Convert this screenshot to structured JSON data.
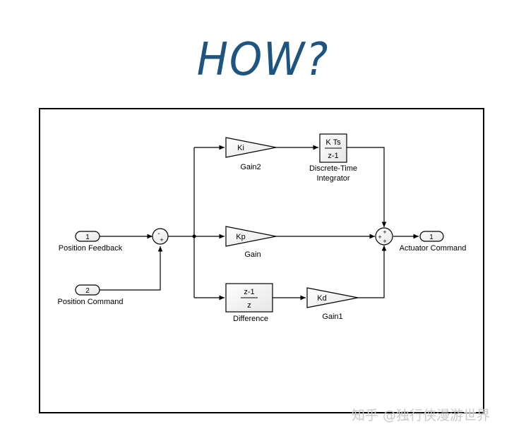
{
  "title": "HOW?",
  "diagram": {
    "inports": [
      {
        "number": "1",
        "label": "Position Feedback"
      },
      {
        "number": "2",
        "label": "Position Command"
      }
    ],
    "outport": {
      "number": "1",
      "label": "Actuator Command"
    },
    "gain_integral": {
      "value": "Ki",
      "label": "Gain2"
    },
    "gain_proportional": {
      "value": "Kp",
      "label": "Gain"
    },
    "gain_derivative": {
      "value": "Kd",
      "label": "Gain1"
    },
    "integrator": {
      "numerator": "K Ts",
      "denominator": "z-1",
      "label_line1": "Discrete-Time",
      "label_line2": "Integrator"
    },
    "difference": {
      "numerator": "z-1",
      "denominator": "z",
      "label": "Difference"
    },
    "sum_error": {
      "sign_top": "-",
      "sign_bottom": "+"
    },
    "sum_output": {
      "sign_left": "+",
      "sign_top": "+",
      "sign_bottom": "+"
    }
  },
  "watermark": "知乎 @独行侠漫游世界"
}
